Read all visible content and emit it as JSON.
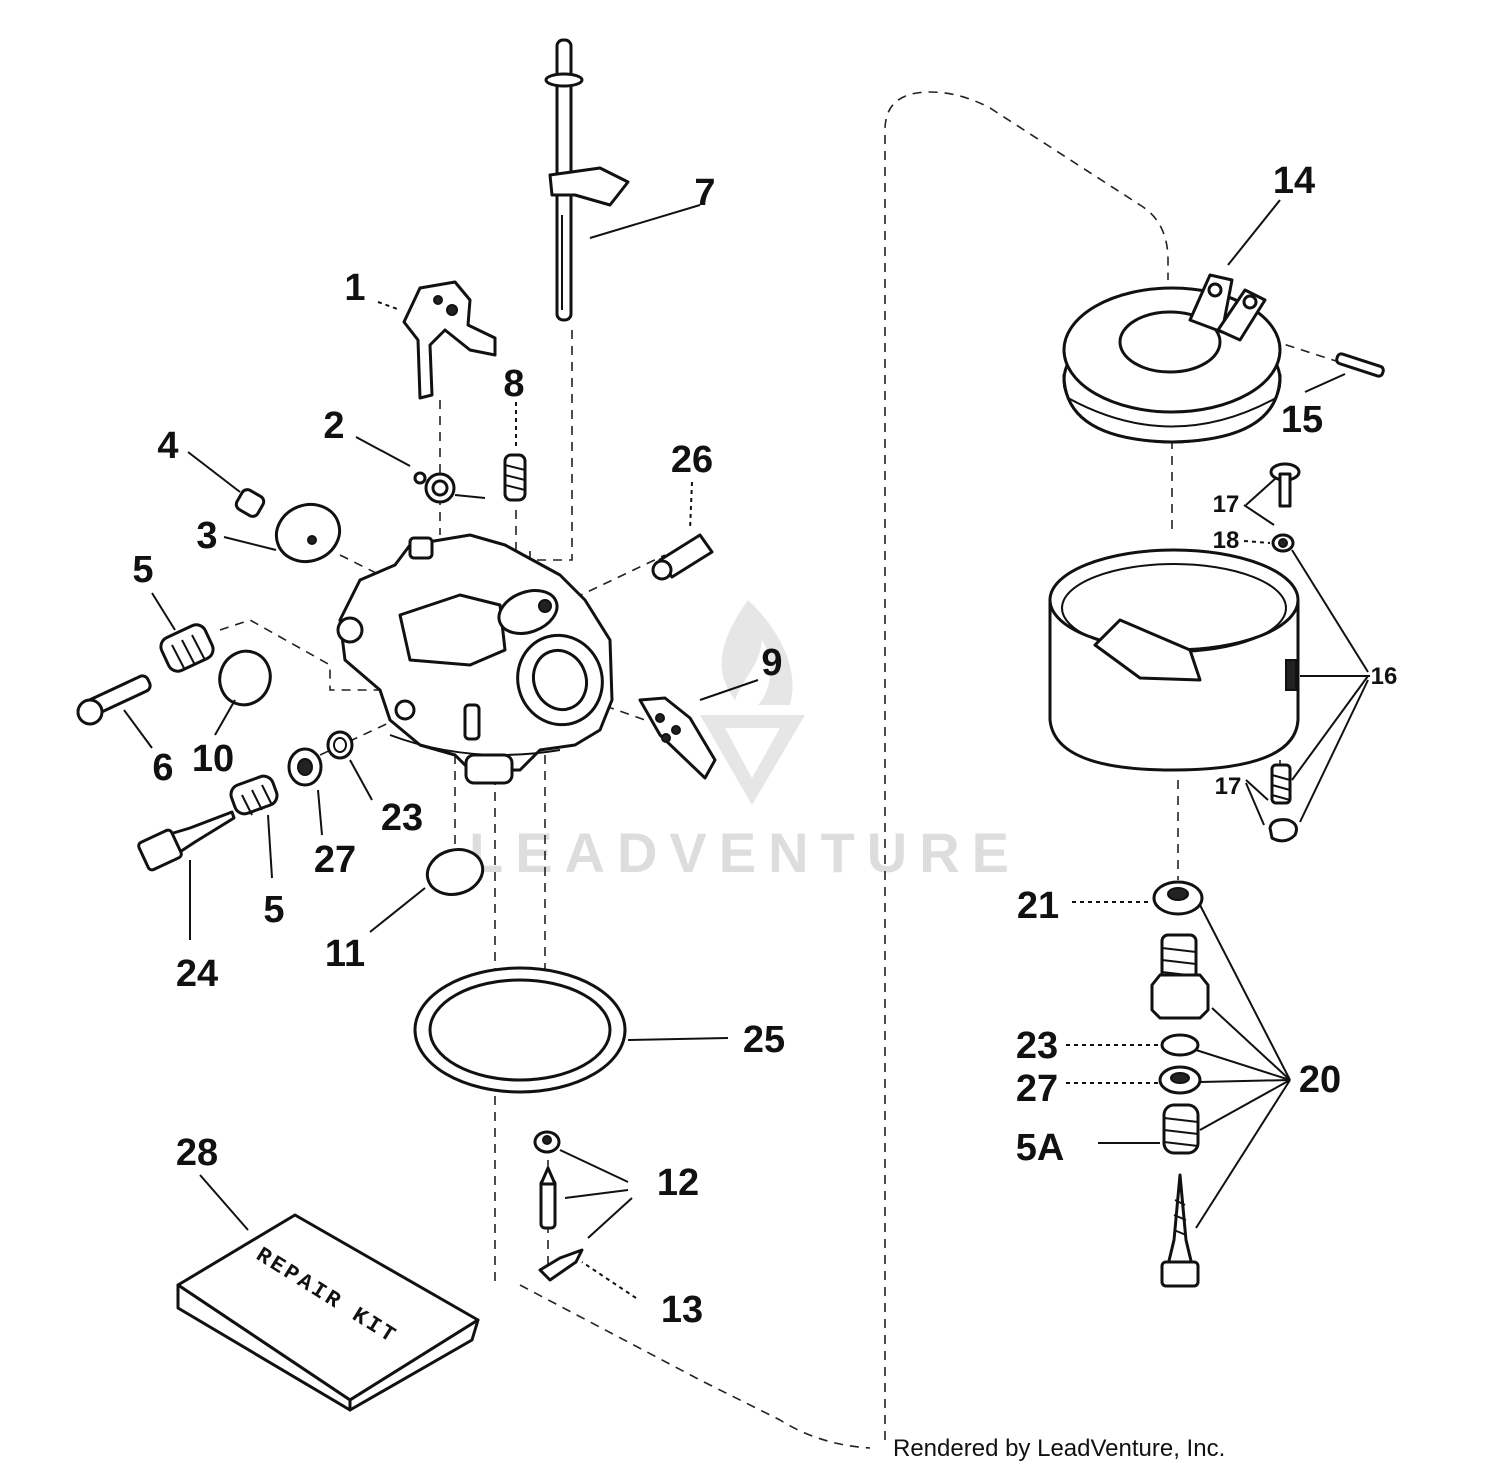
{
  "watermark_text": "LEADVENTURE",
  "footer_text": "Rendered by LeadVenture, Inc.",
  "kit_label": "REPAIR KIT",
  "callouts": {
    "c1": "1",
    "c2": "2",
    "c3": "3",
    "c4": "4",
    "c5a": "5",
    "c5b": "5",
    "c6": "6",
    "c7": "7",
    "c8": "8",
    "c9": "9",
    "c10": "10",
    "c11": "11",
    "c12": "12",
    "c13": "13",
    "c14": "14",
    "c15": "15",
    "c16": "16",
    "c17a": "17",
    "c17b": "17",
    "c18": "18",
    "c20": "20",
    "c21": "21",
    "c23a": "23",
    "c23b": "23",
    "c24": "24",
    "c25": "25",
    "c26": "26",
    "c27a": "27",
    "c27b": "27",
    "c28": "28",
    "c5A": "5A"
  }
}
